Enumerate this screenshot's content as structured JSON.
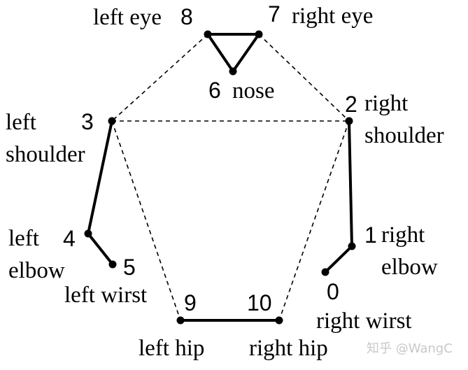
{
  "keypoints": [
    {
      "id": "kp0",
      "number": "0",
      "label": [
        "right wirst"
      ]
    },
    {
      "id": "kp1",
      "number": "1",
      "label": [
        "right",
        "elbow"
      ]
    },
    {
      "id": "kp2",
      "number": "2",
      "label": [
        "right",
        "shoulder"
      ]
    },
    {
      "id": "kp3",
      "number": "3",
      "label": [
        "left",
        "shoulder"
      ]
    },
    {
      "id": "kp4",
      "number": "4",
      "label": [
        "left",
        "elbow"
      ]
    },
    {
      "id": "kp5",
      "number": "5",
      "label": [
        "left wirst"
      ]
    },
    {
      "id": "kp6",
      "number": "6",
      "label": [
        "nose"
      ]
    },
    {
      "id": "kp7",
      "number": "7",
      "label": [
        "right eye"
      ]
    },
    {
      "id": "kp8",
      "number": "8",
      "label": [
        "left eye"
      ]
    },
    {
      "id": "kp9",
      "number": "9",
      "label": [
        "left hip"
      ]
    },
    {
      "id": "kp10",
      "number": "10",
      "label": [
        "right hip"
      ]
    }
  ],
  "edges": [
    {
      "from": "kp8",
      "to": "kp7",
      "style": "solid"
    },
    {
      "from": "kp8",
      "to": "kp6",
      "style": "solid"
    },
    {
      "from": "kp7",
      "to": "kp6",
      "style": "solid"
    },
    {
      "from": "kp3",
      "to": "kp4",
      "style": "solid"
    },
    {
      "from": "kp4",
      "to": "kp5",
      "style": "solid"
    },
    {
      "from": "kp2",
      "to": "kp1",
      "style": "solid"
    },
    {
      "from": "kp1",
      "to": "kp0",
      "style": "solid"
    },
    {
      "from": "kp9",
      "to": "kp10",
      "style": "solid"
    },
    {
      "from": "kp8",
      "to": "kp3",
      "style": "dashed"
    },
    {
      "from": "kp7",
      "to": "kp2",
      "style": "dashed"
    },
    {
      "from": "kp3",
      "to": "kp2",
      "style": "dashed"
    },
    {
      "from": "kp3",
      "to": "kp9",
      "style": "dashed"
    },
    {
      "from": "kp2",
      "to": "kp10",
      "style": "dashed"
    }
  ],
  "watermark": "知乎 @WangC"
}
